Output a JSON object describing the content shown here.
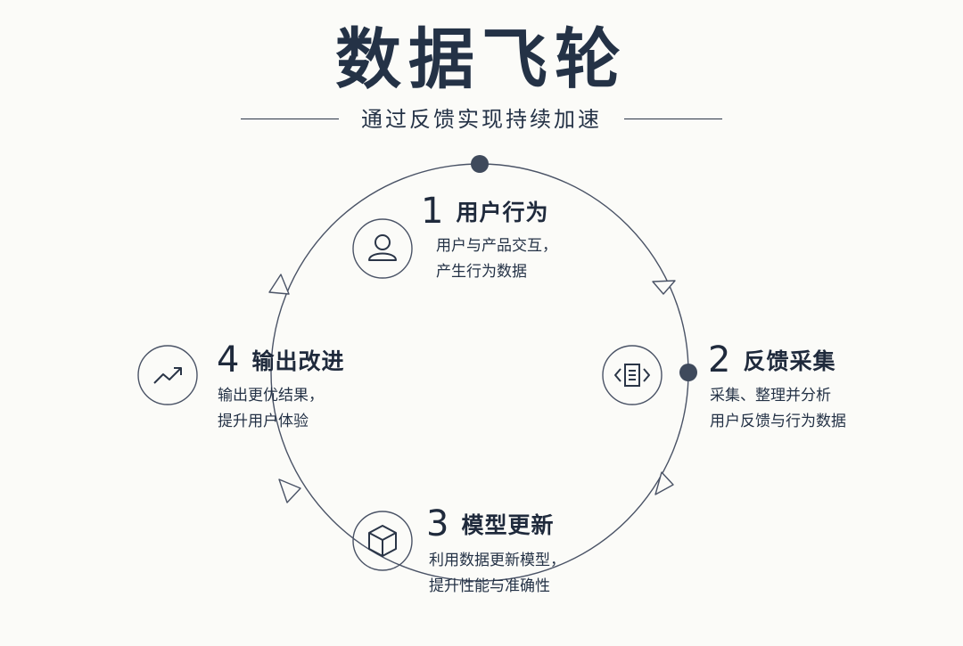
{
  "title": "数据飞轮",
  "subtitle": "通过反馈实现持续加速",
  "colors": {
    "ink": "#1f2a3c",
    "circle": "#4a5366",
    "node": "#3f4a5c",
    "background": "#fbfbf8"
  },
  "steps": [
    {
      "number": "1",
      "title": "用户行为",
      "icon": "user-icon",
      "desc_lines": [
        "用户与产品交互，",
        "产生行为数据"
      ]
    },
    {
      "number": "2",
      "title": "反馈采集",
      "icon": "code-document-icon",
      "desc_lines": [
        "采集、整理并分析",
        "用户反馈与行为数据"
      ]
    },
    {
      "number": "3",
      "title": "模型更新",
      "icon": "cube-icon",
      "desc_lines": [
        "利用数据更新模型，",
        "提升性能与准确性"
      ]
    },
    {
      "number": "4",
      "title": "输出改进",
      "icon": "trend-up-icon",
      "desc_lines": [
        "输出更优结果，",
        "提升用户体验"
      ]
    }
  ]
}
